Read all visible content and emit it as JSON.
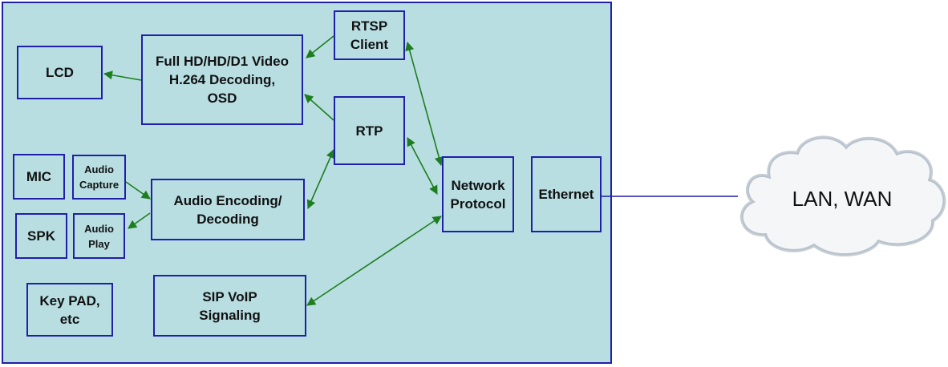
{
  "nodes": {
    "rtsp_client": "RTSP\nClient",
    "video_decoder": "Full HD/HD/D1 Video\nH.264 Decoding,\nOSD",
    "lcd": "LCD",
    "rtp": "RTP",
    "mic": "MIC",
    "audio_capture": "Audio\nCapture",
    "spk": "SPK",
    "audio_play": "Audio\nPlay",
    "audio_codec": "Audio Encoding/\nDecoding",
    "network_protocol": "Network\nProtocol",
    "ethernet": "Ethernet",
    "keypad": "Key PAD,\netc",
    "sip": "SIP VoIP\nSignaling",
    "cloud": "LAN, WAN"
  },
  "colors": {
    "panel_fill": "#b8dee2",
    "border": "#1f1fa8",
    "arrow": "#1e7d1e",
    "link": "#1f1fa8"
  },
  "icons": [
    "cloud-icon"
  ]
}
